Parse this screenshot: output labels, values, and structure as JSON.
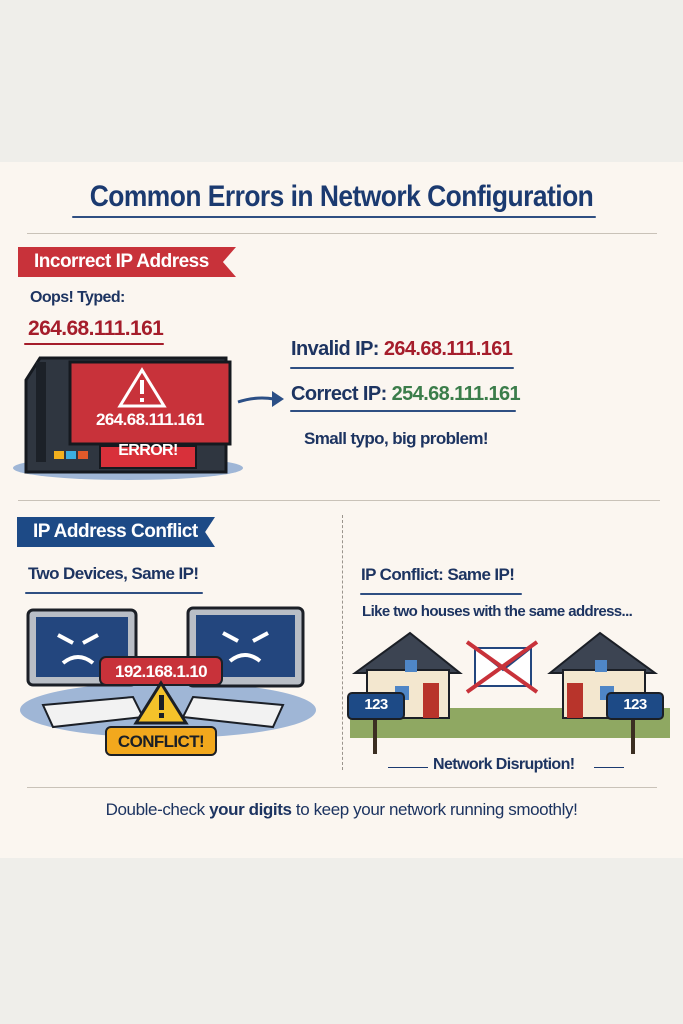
{
  "title": "Common Errors in Network Configuration",
  "section1": {
    "ribbon": "Incorrect IP Address",
    "typed_label": "Oops! Typed:",
    "typed_ip": "264.68.111.161",
    "screen_ip": "264.68.111.161",
    "error_label": "ERROR!",
    "invalid_label": "Invalid IP:",
    "invalid_ip": "264.68.111.161",
    "correct_label": "Correct IP:",
    "correct_ip": "254.68.111.161",
    "caption": "Small typo, big problem!"
  },
  "section2": {
    "ribbon": "IP Address Conflict",
    "left_heading": "Two Devices, Same IP!",
    "shared_ip": "192.168.1.10",
    "conflict_label": "CONFLICT!",
    "right_heading": "IP Conflict: Same IP!",
    "analogy": "Like two houses with the same address...",
    "house_number": "123",
    "disruption": "Network Disruption!"
  },
  "footer": {
    "pre": "Double-check ",
    "emph": "your digits",
    "post": " to keep your network running smoothly!"
  },
  "colors": {
    "navy": "#1b3a70",
    "red": "#c8323a",
    "green": "#3b7d4a",
    "amber": "#f2a81d"
  }
}
